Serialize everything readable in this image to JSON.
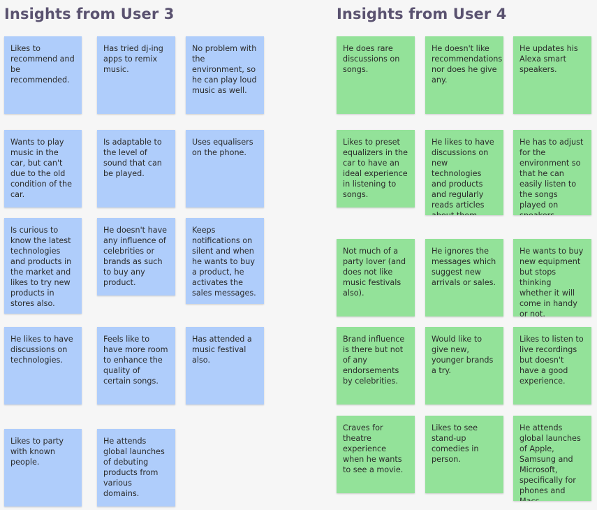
{
  "board": {
    "colors": {
      "blue_note": "#afcdfb",
      "green_note": "#93e299",
      "title": "#5a5270",
      "background": "#f6f6f6"
    }
  },
  "user3": {
    "title": "Insights from User 3",
    "notes": [
      "Likes to recommend and be recommended.",
      "Has tried dj-ing apps to remix music.",
      "No problem with the environment, so he can play loud music as well.",
      "Wants to play music in the car, but can't due to the old condition of the car.",
      "Is adaptable to the level of sound that can be played.",
      "Uses equalisers on the phone.",
      "Is curious to know the latest technologies and products in the market and likes to try new products in stores also.",
      "He doesn't have any influence of celebrities or brands as such to buy any product.",
      "Keeps notifications on silent and when he wants to buy a product, he activates the sales messages.",
      "He likes to have discussions on technologies.",
      "Feels like to have more room to enhance the quality of certain songs.",
      "Has attended a music festival also.",
      "Likes to party with known people.",
      "He attends global launches of debuting products from various domains."
    ]
  },
  "user4": {
    "title": "Insights from User 4",
    "notes": [
      "He does rare discussions on songs.",
      "He doesn't like recommendations nor does he give any.",
      "He updates his Alexa smart speakers.",
      "Likes to preset equalizers in the car to have an ideal experience in listening to songs.",
      "He likes to have discussions on new technologies and products and regularly reads articles about them.",
      "He has to adjust for the environment so that he can easily listen to the songs played on speakers.",
      "Not much of a party lover (and does not like music festivals also).",
      "He ignores the messages which suggest new arrivals or sales.",
      "He wants to buy new equipment but stops thinking whether it will come in handy or not.",
      "Brand influence is there but not of any endorsements by celebrities.",
      "Would like to give new, younger brands a try.",
      "Likes to listen to live recordings but doesn't have a good experience.",
      "Craves for theatre experience when he wants to see a movie.",
      "Likes to see stand-up comedies in person.",
      "He attends global launches of Apple, Samsung and Microsoft, specifically for phones and Macs."
    ]
  }
}
